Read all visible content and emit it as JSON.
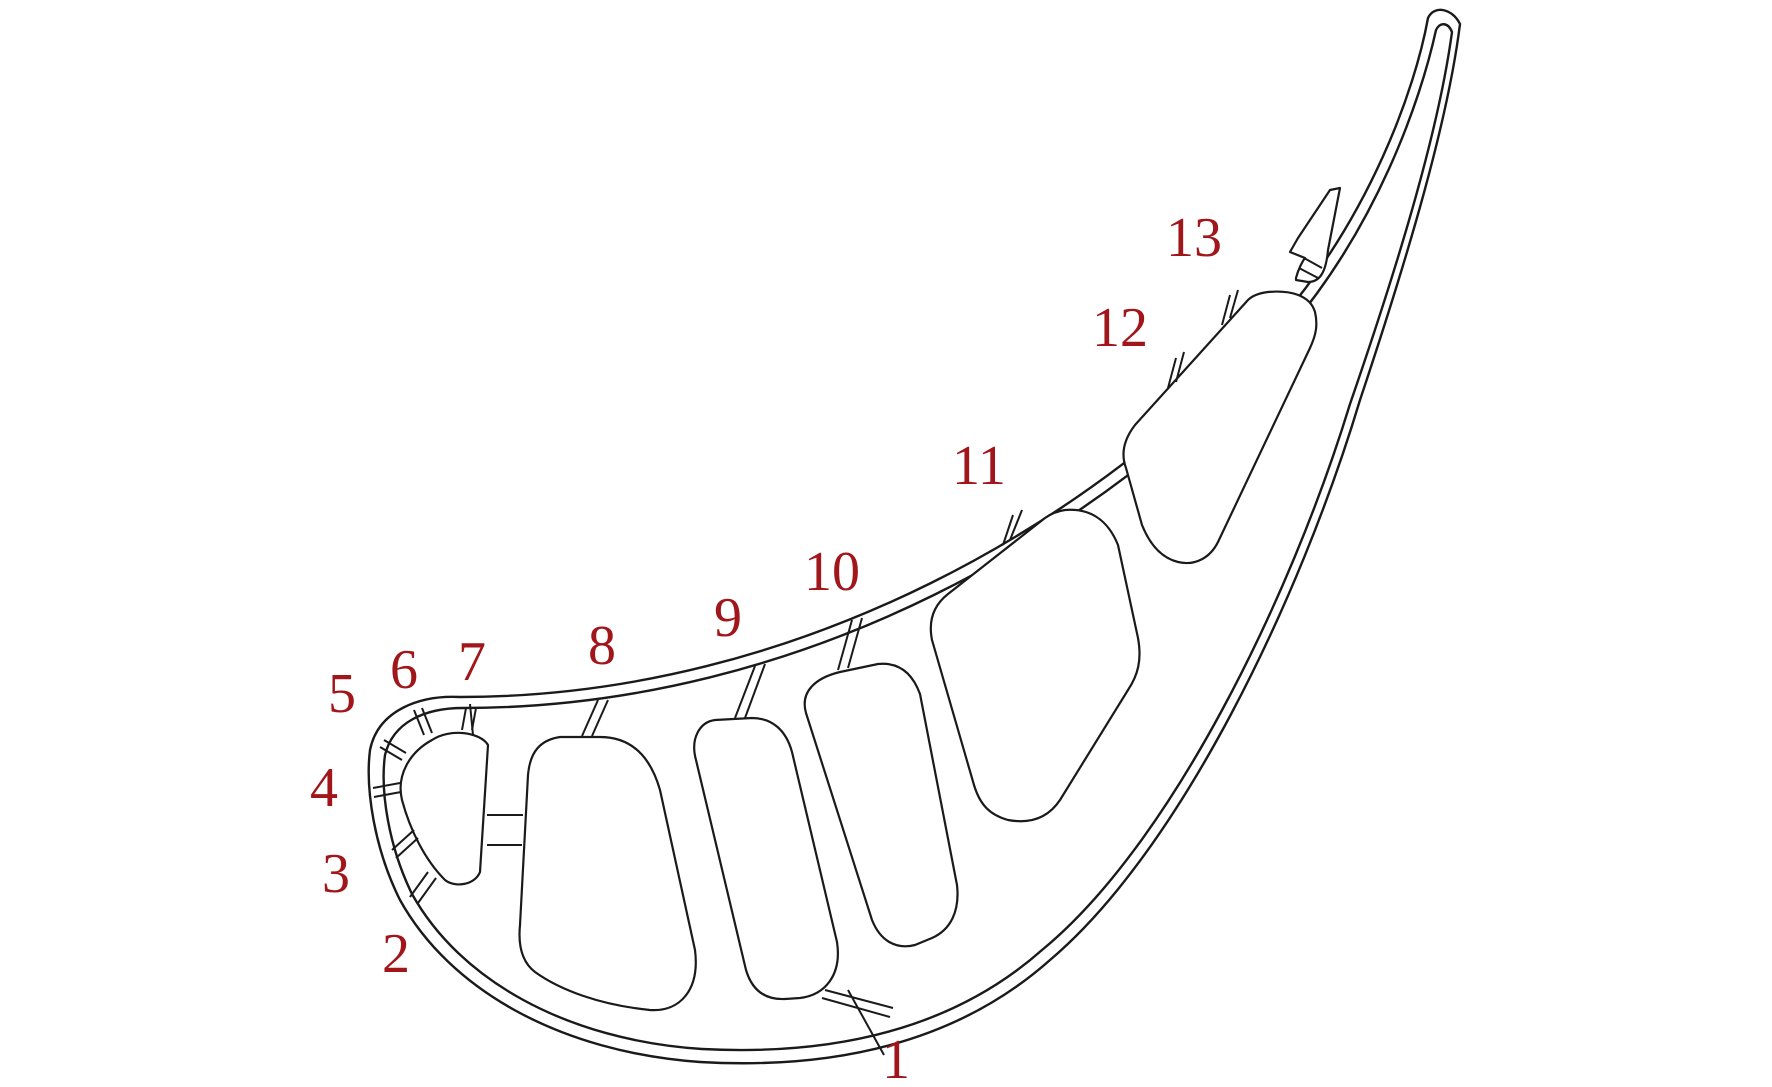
{
  "labels": [
    "1",
    "2",
    "3",
    "4",
    "5",
    "6",
    "7",
    "8",
    "9",
    "10",
    "11",
    "12",
    "13"
  ],
  "colors": {
    "label": "#a0161b",
    "line": "#1a1a1a",
    "background": "#ffffff"
  }
}
